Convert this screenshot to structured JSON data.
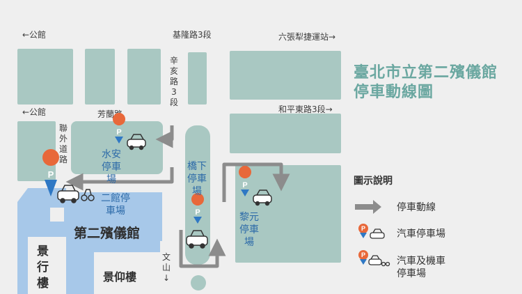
{
  "map": {
    "title_line1": "臺北市立第二殯儀館",
    "title_line2": "停車動線圖",
    "roads": {
      "left_top": "←公館",
      "left_mid": "←公館",
      "keelung": "基隆路3段",
      "liuzhang": "六張犁捷運站→",
      "xinhai": "辛亥路3段",
      "fanglan": "芳蘭路",
      "heping": "和平東路3段→",
      "lianwai": "聯外道路",
      "wenshan": "文山↓"
    },
    "lots": {
      "shuian": "水安停車場",
      "qiaoxia": "橋下停車場",
      "liyuan": "黎元停車場",
      "erguan": "二館停車場"
    },
    "buildings": {
      "hall": "第二殯儀館",
      "jingxing": "景行樓",
      "jingyang": "景仰樓"
    },
    "legend": {
      "title": "圖示說明",
      "route": "停車動線",
      "car_lot": "汽車停車場",
      "car_moto_lot_line1": "汽車及機車",
      "car_moto_lot_line2": "停車場"
    },
    "colors": {
      "block": "#a9c8c2",
      "building_blue": "#a7c8e9",
      "pin_orange": "#e8683a",
      "pin_blue": "#2f78c4",
      "arrow_gray": "#8c8c8c",
      "title_teal": "#6aa7a0"
    }
  }
}
